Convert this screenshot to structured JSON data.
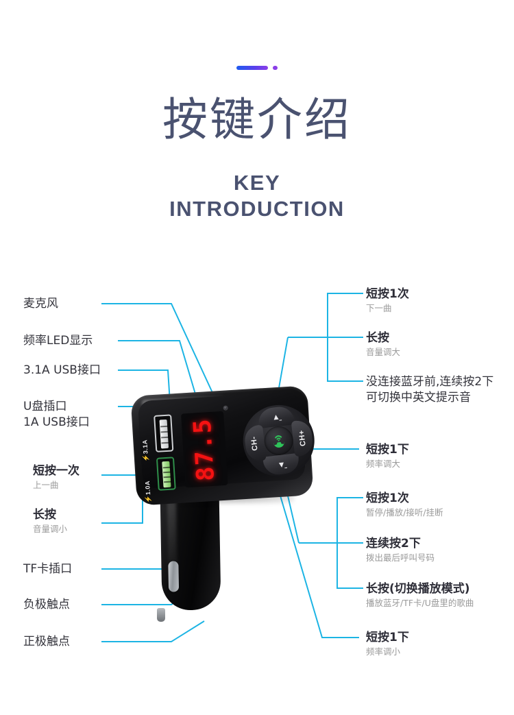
{
  "header": {
    "title_cn": "按键介绍",
    "subtitle_line1": "KEY",
    "subtitle_line2": "INTRODUCTION",
    "accent_gradient_from": "#1E5BEF",
    "accent_gradient_to": "#8B3FE8"
  },
  "theme": {
    "leader_line_color": "#1CB4E4",
    "title_color": "#4A5270",
    "primary_text_color": "#33333B",
    "secondary_text_color": "#9A9A9A",
    "led_color": "#F41212",
    "usb_green": "#7CC45E"
  },
  "left_labels": [
    {
      "primary": "麦克风",
      "secondary": ""
    },
    {
      "primary": "频率LED显示",
      "secondary": ""
    },
    {
      "primary": "3.1A USB接口",
      "secondary": ""
    },
    {
      "primary": "U盘插口",
      "primary2": "1A USB接口",
      "secondary": ""
    },
    {
      "primary": "短按一次",
      "secondary": "上一曲"
    },
    {
      "primary": "长按",
      "secondary": "音量调小"
    },
    {
      "primary": "TF卡插口",
      "secondary": ""
    },
    {
      "primary": "负极触点",
      "secondary": ""
    },
    {
      "primary": "正极触点",
      "secondary": ""
    }
  ],
  "right_labels": [
    {
      "primary": "短按1次",
      "secondary": "下一曲"
    },
    {
      "primary": "长按",
      "secondary": "音量调大"
    },
    {
      "primary": "没连接蓝牙前,连续按2下",
      "primary2": "可切换中英文提示音",
      "secondary": ""
    },
    {
      "primary": "短按1下",
      "secondary": "频率调大"
    },
    {
      "primary": "短按1次",
      "secondary": "暂停/播放/接听/挂断"
    },
    {
      "primary": "连续按2下",
      "secondary": "拨出最后呼叫号码"
    },
    {
      "primary": "长按(切换播放模式)",
      "secondary": "播放蓝牙/TF卡/U盘里的歌曲"
    },
    {
      "primary": "短按1下",
      "secondary": "频率调小"
    }
  ],
  "device": {
    "led_value": "87.5",
    "usb_top_label": "⚡3.1A",
    "usb_bottom_label": "⚡1.0A",
    "button_left_label": "CH-",
    "button_right_label": "CH+",
    "button_up_glyph": "▲",
    "button_down_glyph": "▼",
    "center_icon": "bluetooth-phone-icon"
  }
}
